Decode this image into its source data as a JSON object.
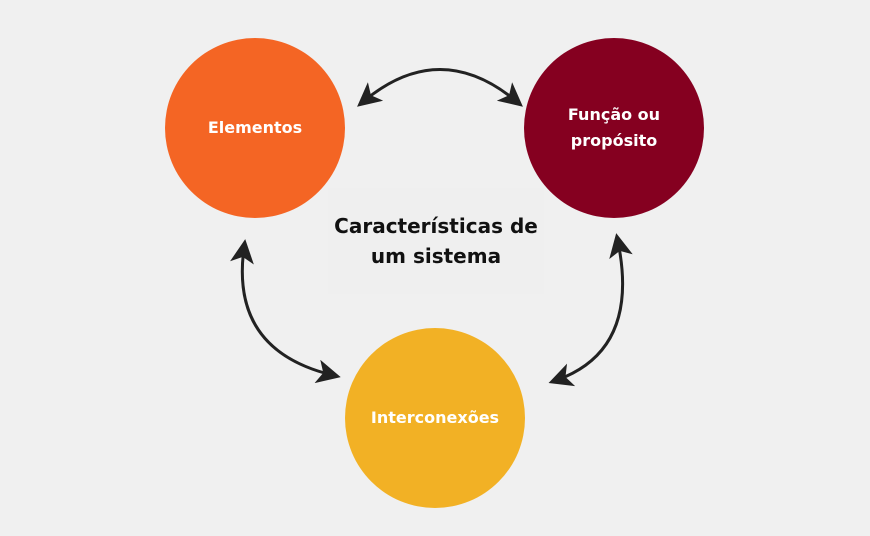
{
  "nodes": {
    "elementos": "Elementos",
    "funcao": "Função ou propósito",
    "interconexoes": "Interconexões"
  },
  "center_title": "Características de um sistema",
  "colors": {
    "elementos": "#f46524",
    "funcao": "#850020",
    "interconexoes": "#f2b125"
  }
}
